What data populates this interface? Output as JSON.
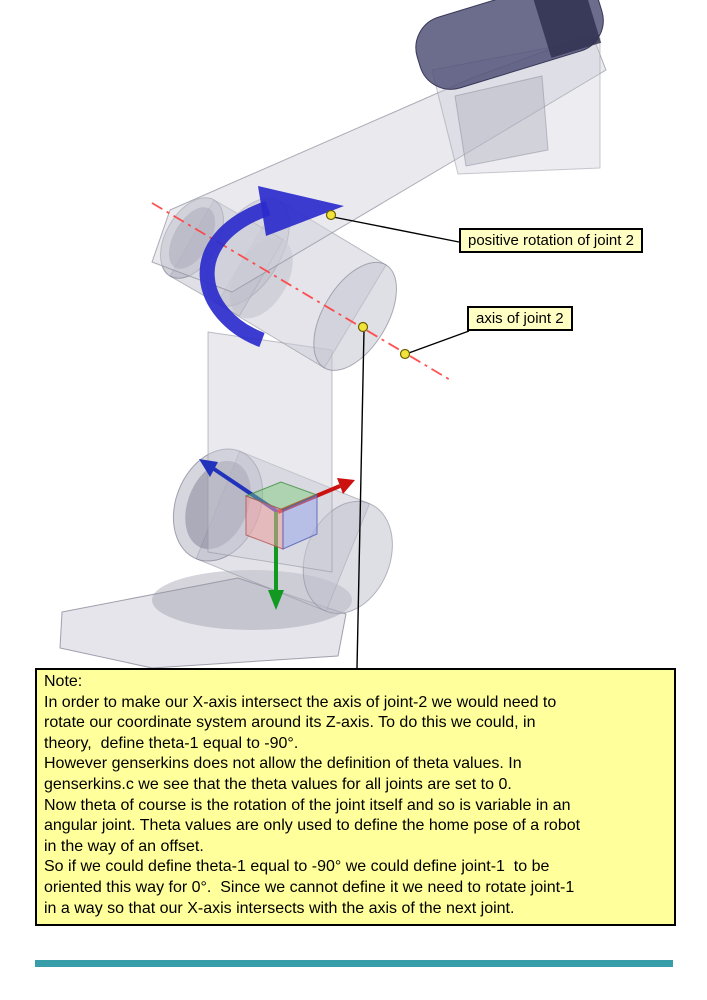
{
  "callouts": {
    "positive_rotation": "positive rotation of joint 2",
    "axis": "axis of joint 2"
  },
  "note": {
    "title": "Note:",
    "lines": [
      "In order to make our X-axis intersect the axis of joint-2 we would need to",
      "rotate our coordinate system around its Z-axis. To do this we could, in",
      "theory,  define theta-1 equal to -90°.",
      "However genserkins does not allow the definition of theta values. In",
      "genserkins.c we see that the theta values for all joints are set to 0.",
      "Now theta of course is the rotation of the joint itself and so is variable in an",
      "angular joint. Theta values are only used to define the home pose of a robot",
      "in the way of an offset.",
      "So if we could define theta-1 equal to -90° we could define joint-1  to be",
      "oriented this way for 0°.  Since we cannot define it we need to rotate joint-1",
      "in a way so that our X-axis intersects with the axis of the next joint."
    ]
  },
  "colors": {
    "note_bg": "#FFFF9C",
    "callout_bg": "#FFFFC4",
    "axis_line": "#FF4040",
    "rotation_arrow": "#2B2BCC",
    "marker_fill": "#F2E23C",
    "marker_stroke": "#6B6200",
    "leader_line": "#000000",
    "x_axis": "#CC1111",
    "y_axis": "#119922",
    "z_axis": "#2233BB",
    "bottom_bar": "#379DA8"
  }
}
